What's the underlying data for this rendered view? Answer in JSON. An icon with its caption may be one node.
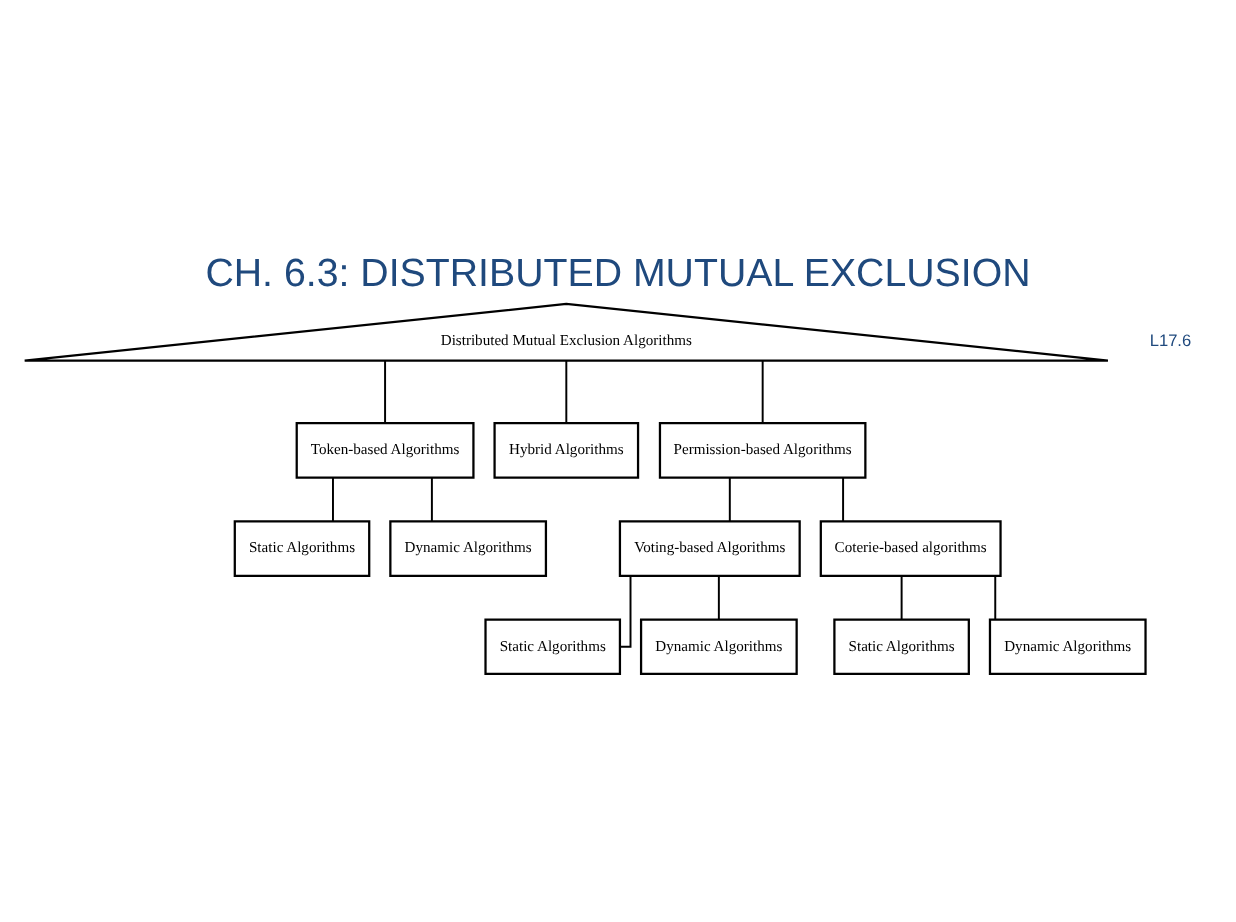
{
  "diagram": {
    "title": "CH. 6.3: DISTRIBUTED MUTUAL EXCLUSION",
    "nodes": [
      {
        "text": [
          "Distributed Mutual Exclusion Algorithms"
        ]
      },
      {
        "text": [
          "Token-based Algorithms"
        ]
      },
      {
        "text": [
          "Hybrid Algorithms"
        ]
      },
      {
        "text": [
          "Permission-based Algorithms"
        ]
      },
      {
        "text": [
          "Static Algorithms"
        ]
      },
      {
        "text": [
          "Dynamic Algorithms"
        ]
      },
      {
        "text": [
          "Voting-based Algorithms"
        ]
      },
      {
        "text": [
          "Coterie-based algorithms"
        ]
      },
      {
        "text": [
          "Static Algorithms"
        ]
      },
      {
        "text": [
          "Dynamic Algorithms"
        ]
      },
      {
        "text": [
          "Static Algorithms"
        ]
      },
      {
        "text": [
          "Dynamic Algorithms"
        ]
      }
    ],
    "edges": [
      {
        "from": 0,
        "to": 1,
        "arrow": "none"
      },
      {
        "from": 0,
        "to": 2,
        "arrow": "none"
      },
      {
        "from": 0,
        "to": 3,
        "arrow": "none"
      },
      {
        "from": 1,
        "to": 4,
        "arrow": "none"
      },
      {
        "from": 1,
        "to": 5,
        "arrow": "none"
      },
      {
        "from": 3,
        "to": 6,
        "arrow": "none"
      },
      {
        "from": 3,
        "to": 7,
        "arrow": "none"
      },
      {
        "from": 6,
        "to": 8,
        "arrow": "none"
      },
      {
        "from": 6,
        "to": 9,
        "arrow": "none"
      },
      {
        "from": 7,
        "to": 10,
        "arrow": "none"
      },
      {
        "from": 7,
        "to": 11,
        "arrow": "none"
      }
    ],
    "labels": [
      "L17.6"
    ]
  }
}
